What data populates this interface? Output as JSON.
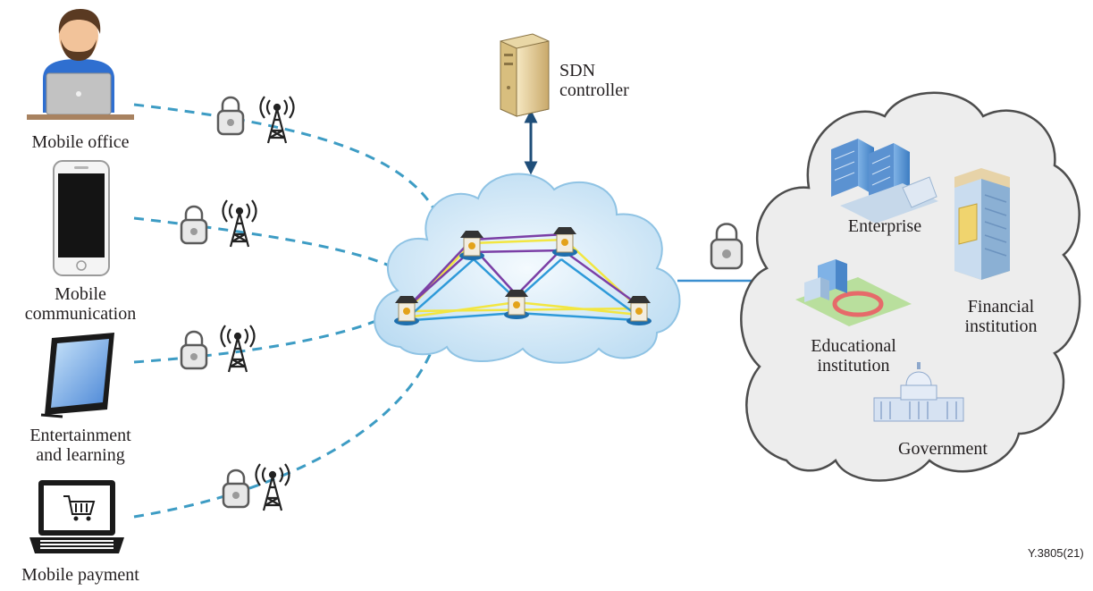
{
  "devices": [
    {
      "id": "mobile-office",
      "label": "Mobile office"
    },
    {
      "id": "mobile-communication",
      "label_lines": [
        "Mobile",
        "communication"
      ]
    },
    {
      "id": "entertainment",
      "label_lines": [
        "Entertainment",
        "and learning"
      ]
    },
    {
      "id": "mobile-payment",
      "label": "Mobile payment"
    }
  ],
  "controller": {
    "label_lines": [
      "SDN",
      "controller"
    ]
  },
  "destinations": {
    "enterprise": "Enterprise",
    "financial": [
      "Financial",
      "institution"
    ],
    "educational": [
      "Educational",
      "institution"
    ],
    "government": "Government"
  },
  "figure_id": "Y.3805(21)",
  "colors": {
    "dash_link": "#3d9cc4",
    "solid_link": "#3b8fd0",
    "arrow": "#1f4e79",
    "cloud_fill": "#d4eaf7",
    "cloud_stroke": "#8fc3e4",
    "path_purple": "#7b3fa6",
    "path_yellow": "#f2e641",
    "path_blue": "#2e9ad9"
  },
  "icons": [
    "person-laptop-icon",
    "smartphone-icon",
    "tablet-icon",
    "laptop-cart-icon",
    "padlock-icon",
    "cell-tower-icon",
    "server-icon",
    "router-node-icon",
    "building-icon",
    "capitol-icon"
  ]
}
